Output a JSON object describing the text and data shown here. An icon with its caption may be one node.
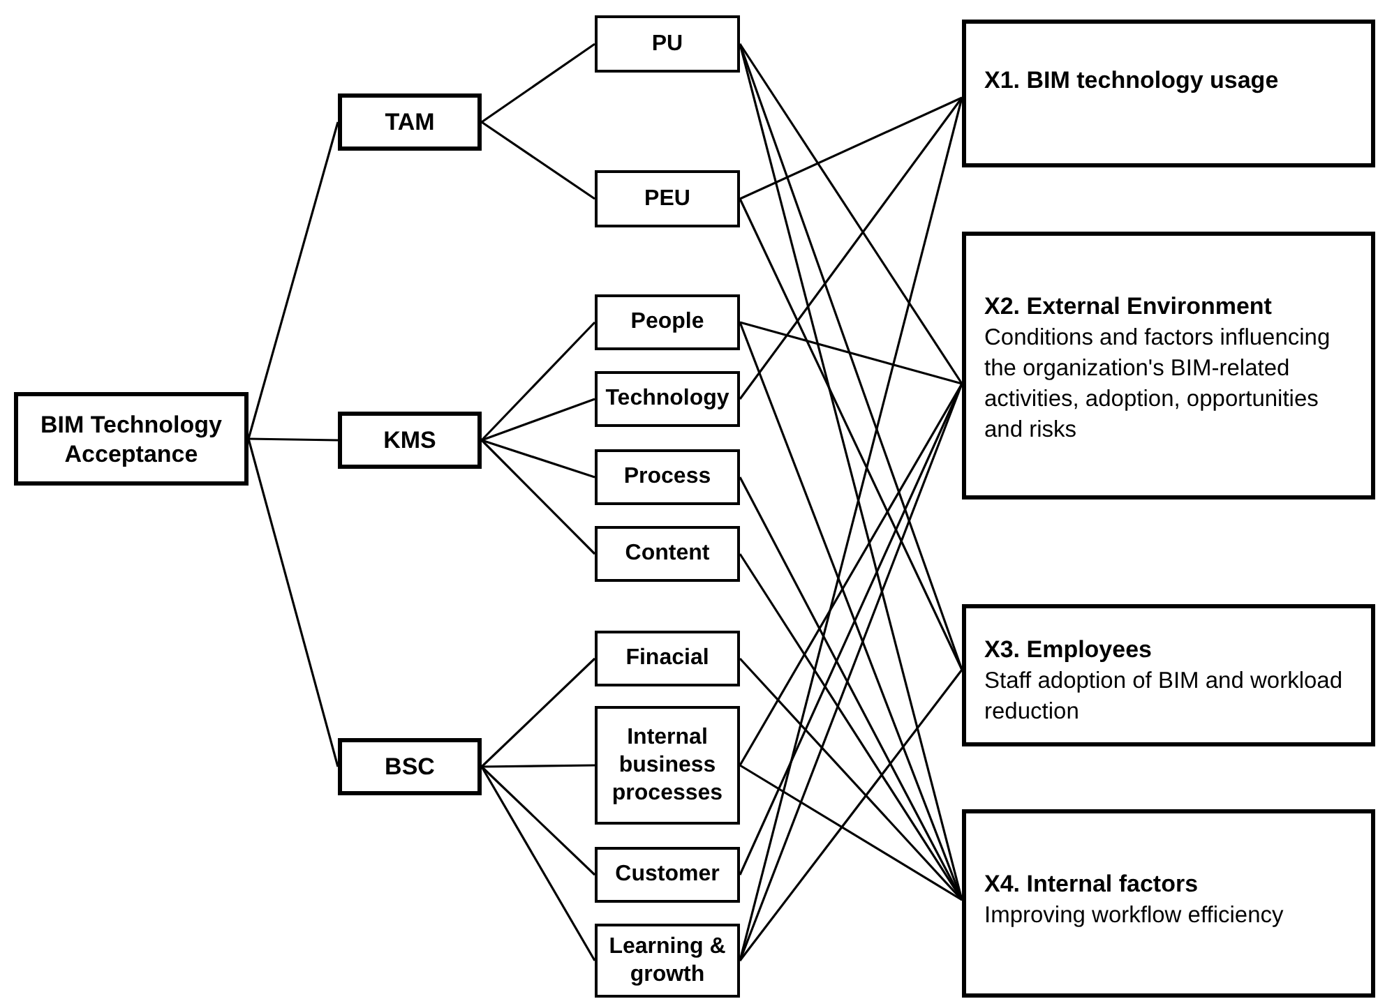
{
  "diagram": {
    "nodes": [
      {
        "text": [
          "BIM Technology Acceptance"
        ]
      },
      {
        "text": [
          "TAM"
        ]
      },
      {
        "text": [
          "KMS"
        ]
      },
      {
        "text": [
          "BSC"
        ]
      },
      {
        "text": [
          "PU"
        ]
      },
      {
        "text": [
          "PEU"
        ]
      },
      {
        "text": [
          "People"
        ]
      },
      {
        "text": [
          "Technology"
        ]
      },
      {
        "text": [
          "Process"
        ]
      },
      {
        "text": [
          "Content"
        ]
      },
      {
        "text": [
          "Finacial"
        ]
      },
      {
        "text": [
          "Internal business processes"
        ]
      },
      {
        "text": [
          "Customer"
        ]
      },
      {
        "text": [
          "Learning & growth"
        ]
      },
      {
        "text": [
          "X1. BIM technology usage"
        ]
      },
      {
        "text": [
          "X2. External Environment",
          "Conditions and factors influencing the organization's BIM-related activities, adoption, opportunities and risks"
        ]
      },
      {
        "text": [
          "X3. Employees",
          "Staff adoption of BIM and workload reduction"
        ]
      },
      {
        "text": [
          "X4. Internal factors",
          "Improving workflow efficiency"
        ]
      }
    ],
    "edges": [
      {
        "from": 0,
        "to": 1,
        "arrow": "none"
      },
      {
        "from": 0,
        "to": 2,
        "arrow": "none"
      },
      {
        "from": 0,
        "to": 3,
        "arrow": "none"
      },
      {
        "from": 1,
        "to": 4,
        "arrow": "none"
      },
      {
        "from": 1,
        "to": 5,
        "arrow": "none"
      },
      {
        "from": 2,
        "to": 6,
        "arrow": "none"
      },
      {
        "from": 2,
        "to": 7,
        "arrow": "none"
      },
      {
        "from": 2,
        "to": 8,
        "arrow": "none"
      },
      {
        "from": 2,
        "to": 9,
        "arrow": "none"
      },
      {
        "from": 3,
        "to": 10,
        "arrow": "none"
      },
      {
        "from": 3,
        "to": 11,
        "arrow": "none"
      },
      {
        "from": 3,
        "to": 12,
        "arrow": "none"
      },
      {
        "from": 3,
        "to": 13,
        "arrow": "none"
      },
      {
        "from": 4,
        "to": 15,
        "arrow": "none"
      },
      {
        "from": 4,
        "to": 16,
        "arrow": "none"
      },
      {
        "from": 4,
        "to": 17,
        "arrow": "none"
      },
      {
        "from": 5,
        "to": 14,
        "arrow": "none"
      },
      {
        "from": 5,
        "to": 16,
        "arrow": "none"
      },
      {
        "from": 6,
        "to": 15,
        "arrow": "none"
      },
      {
        "from": 6,
        "to": 17,
        "arrow": "none"
      },
      {
        "from": 7,
        "to": 14,
        "arrow": "none"
      },
      {
        "from": 8,
        "to": 17,
        "arrow": "none"
      },
      {
        "from": 9,
        "to": 17,
        "arrow": "none"
      },
      {
        "from": 10,
        "to": 17,
        "arrow": "none"
      },
      {
        "from": 11,
        "to": 15,
        "arrow": "none"
      },
      {
        "from": 11,
        "to": 17,
        "arrow": "none"
      },
      {
        "from": 12,
        "to": 15,
        "arrow": "none"
      },
      {
        "from": 13,
        "to": 14,
        "arrow": "none"
      },
      {
        "from": 13,
        "to": 15,
        "arrow": "none"
      },
      {
        "from": 13,
        "to": 16,
        "arrow": "none"
      }
    ]
  }
}
